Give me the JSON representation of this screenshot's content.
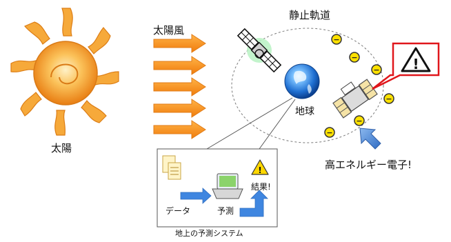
{
  "labels": {
    "sun": "太陽",
    "solar_wind": "太陽風",
    "geo_orbit": "静止軌道",
    "earth": "地球",
    "high_energy_electrons": "高エネルギー電子!",
    "data": "データ",
    "prediction": "予測",
    "result": "結果!",
    "ground_system": "地上の予測システム"
  },
  "symbols": {
    "electron_sign": "−",
    "warning_sign": "!"
  },
  "icons": [
    "sun-icon",
    "arrow-right-icon",
    "earth-icon",
    "satellite-icon",
    "electron-icon",
    "warning-icon",
    "document-icon",
    "laptop-icon",
    "arrow-icon"
  ],
  "colors": {
    "sun_body": "#f5a623",
    "wind_arrow": "#f7941d",
    "orbit": "#777777",
    "earth_blue": "#1f6fd1",
    "electron_fill": "#ffe100",
    "warning_red": "#e0161b",
    "electron_arrow": "#4a7fd0",
    "system_arrow": "#3f86e0"
  }
}
